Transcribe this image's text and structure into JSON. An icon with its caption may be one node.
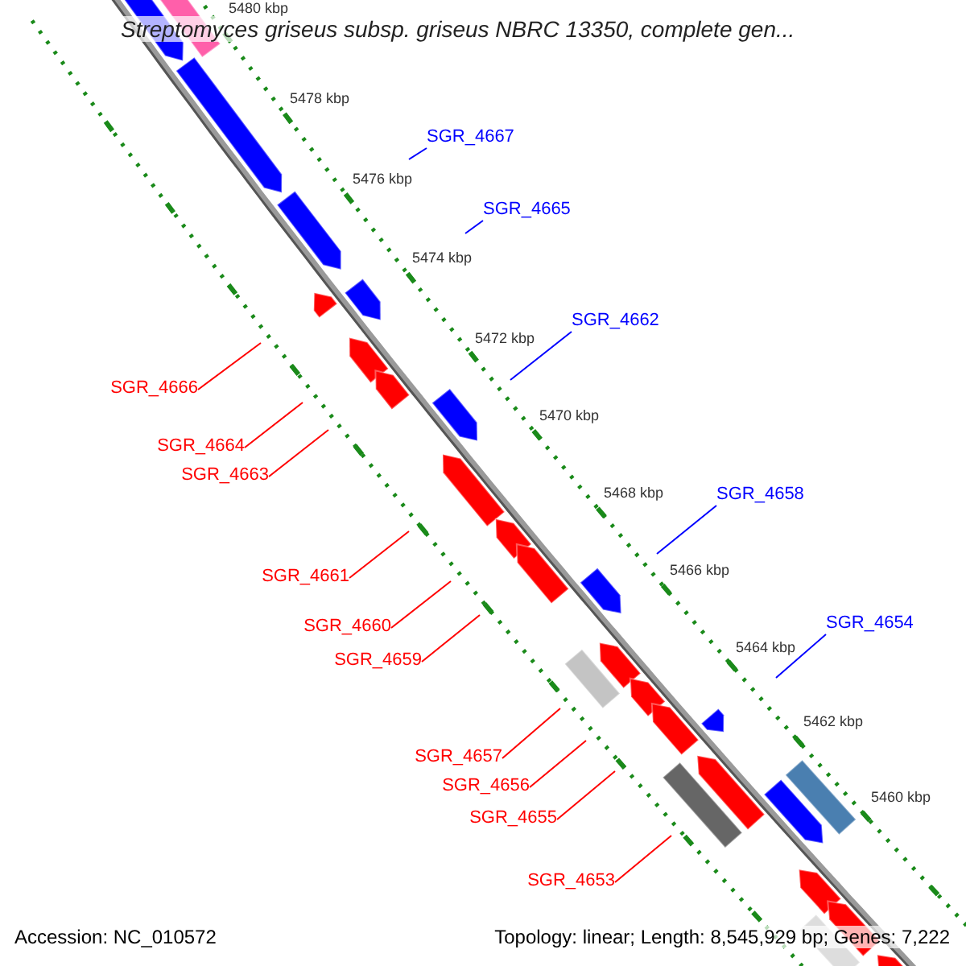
{
  "diagram": {
    "title": "Streptomyces griseus subsp. griseus NBRC 13350, complete gen...",
    "nodes": [
      {
        "text": [
          "SGR_4667"
        ]
      },
      {
        "text": [
          "SGR_4665"
        ]
      },
      {
        "text": [
          "SGR_4662"
        ]
      },
      {
        "text": [
          "SGR_4666"
        ]
      },
      {
        "text": [
          "SGR_4664"
        ]
      },
      {
        "text": [
          "SGR_4663"
        ]
      },
      {
        "text": [
          "SGR_4658"
        ]
      },
      {
        "text": [
          "SGR_4661"
        ]
      },
      {
        "text": [
          "SGR_4654"
        ]
      },
      {
        "text": [
          "SGR_4660"
        ]
      },
      {
        "text": [
          "SGR_4659"
        ]
      },
      {
        "text": [
          "SGR_4657"
        ]
      },
      {
        "text": [
          "SGR_4656"
        ]
      },
      {
        "text": [
          "SGR_4655"
        ]
      },
      {
        "text": [
          "SGR_4653"
        ]
      }
    ],
    "edges": [
      {
        "from": 0,
        "to": null,
        "arrow": "none",
        "color": "#0000ff"
      },
      {
        "from": 1,
        "to": null,
        "arrow": "none",
        "color": "#0000ff"
      },
      {
        "from": 2,
        "to": null,
        "arrow": "none",
        "color": "#0000ff"
      },
      {
        "from": 3,
        "to": null,
        "arrow": "none"
      },
      {
        "from": 4,
        "to": null,
        "arrow": "none"
      },
      {
        "from": 5,
        "to": null,
        "arrow": "none"
      },
      {
        "from": 6,
        "to": null,
        "arrow": "none",
        "color": "#0000ff"
      },
      {
        "from": 7,
        "to": null,
        "arrow": "none"
      },
      {
        "from": 8,
        "to": null,
        "arrow": "none",
        "color": "#0000ff"
      },
      {
        "from": 9,
        "to": null,
        "arrow": "none"
      },
      {
        "from": 10,
        "to": null,
        "arrow": "none"
      },
      {
        "from": 11,
        "to": null,
        "arrow": "none"
      },
      {
        "from": 12,
        "to": null,
        "arrow": "none"
      },
      {
        "from": 13,
        "to": null,
        "arrow": "none"
      },
      {
        "from": 14,
        "to": null,
        "arrow": "none"
      }
    ],
    "labels": [
      "5480 kbp",
      "5478 kbp",
      "5476 kbp",
      "5474 kbp",
      "5472 kbp",
      "5470 kbp",
      "5468 kbp",
      "5466 kbp",
      "5464 kbp",
      "5462 kbp",
      "5460 kbp",
      "Accession: NC_010572",
      "Topology: linear; Length: 8,545,929 bp; Genes: 7,222"
    ]
  }
}
